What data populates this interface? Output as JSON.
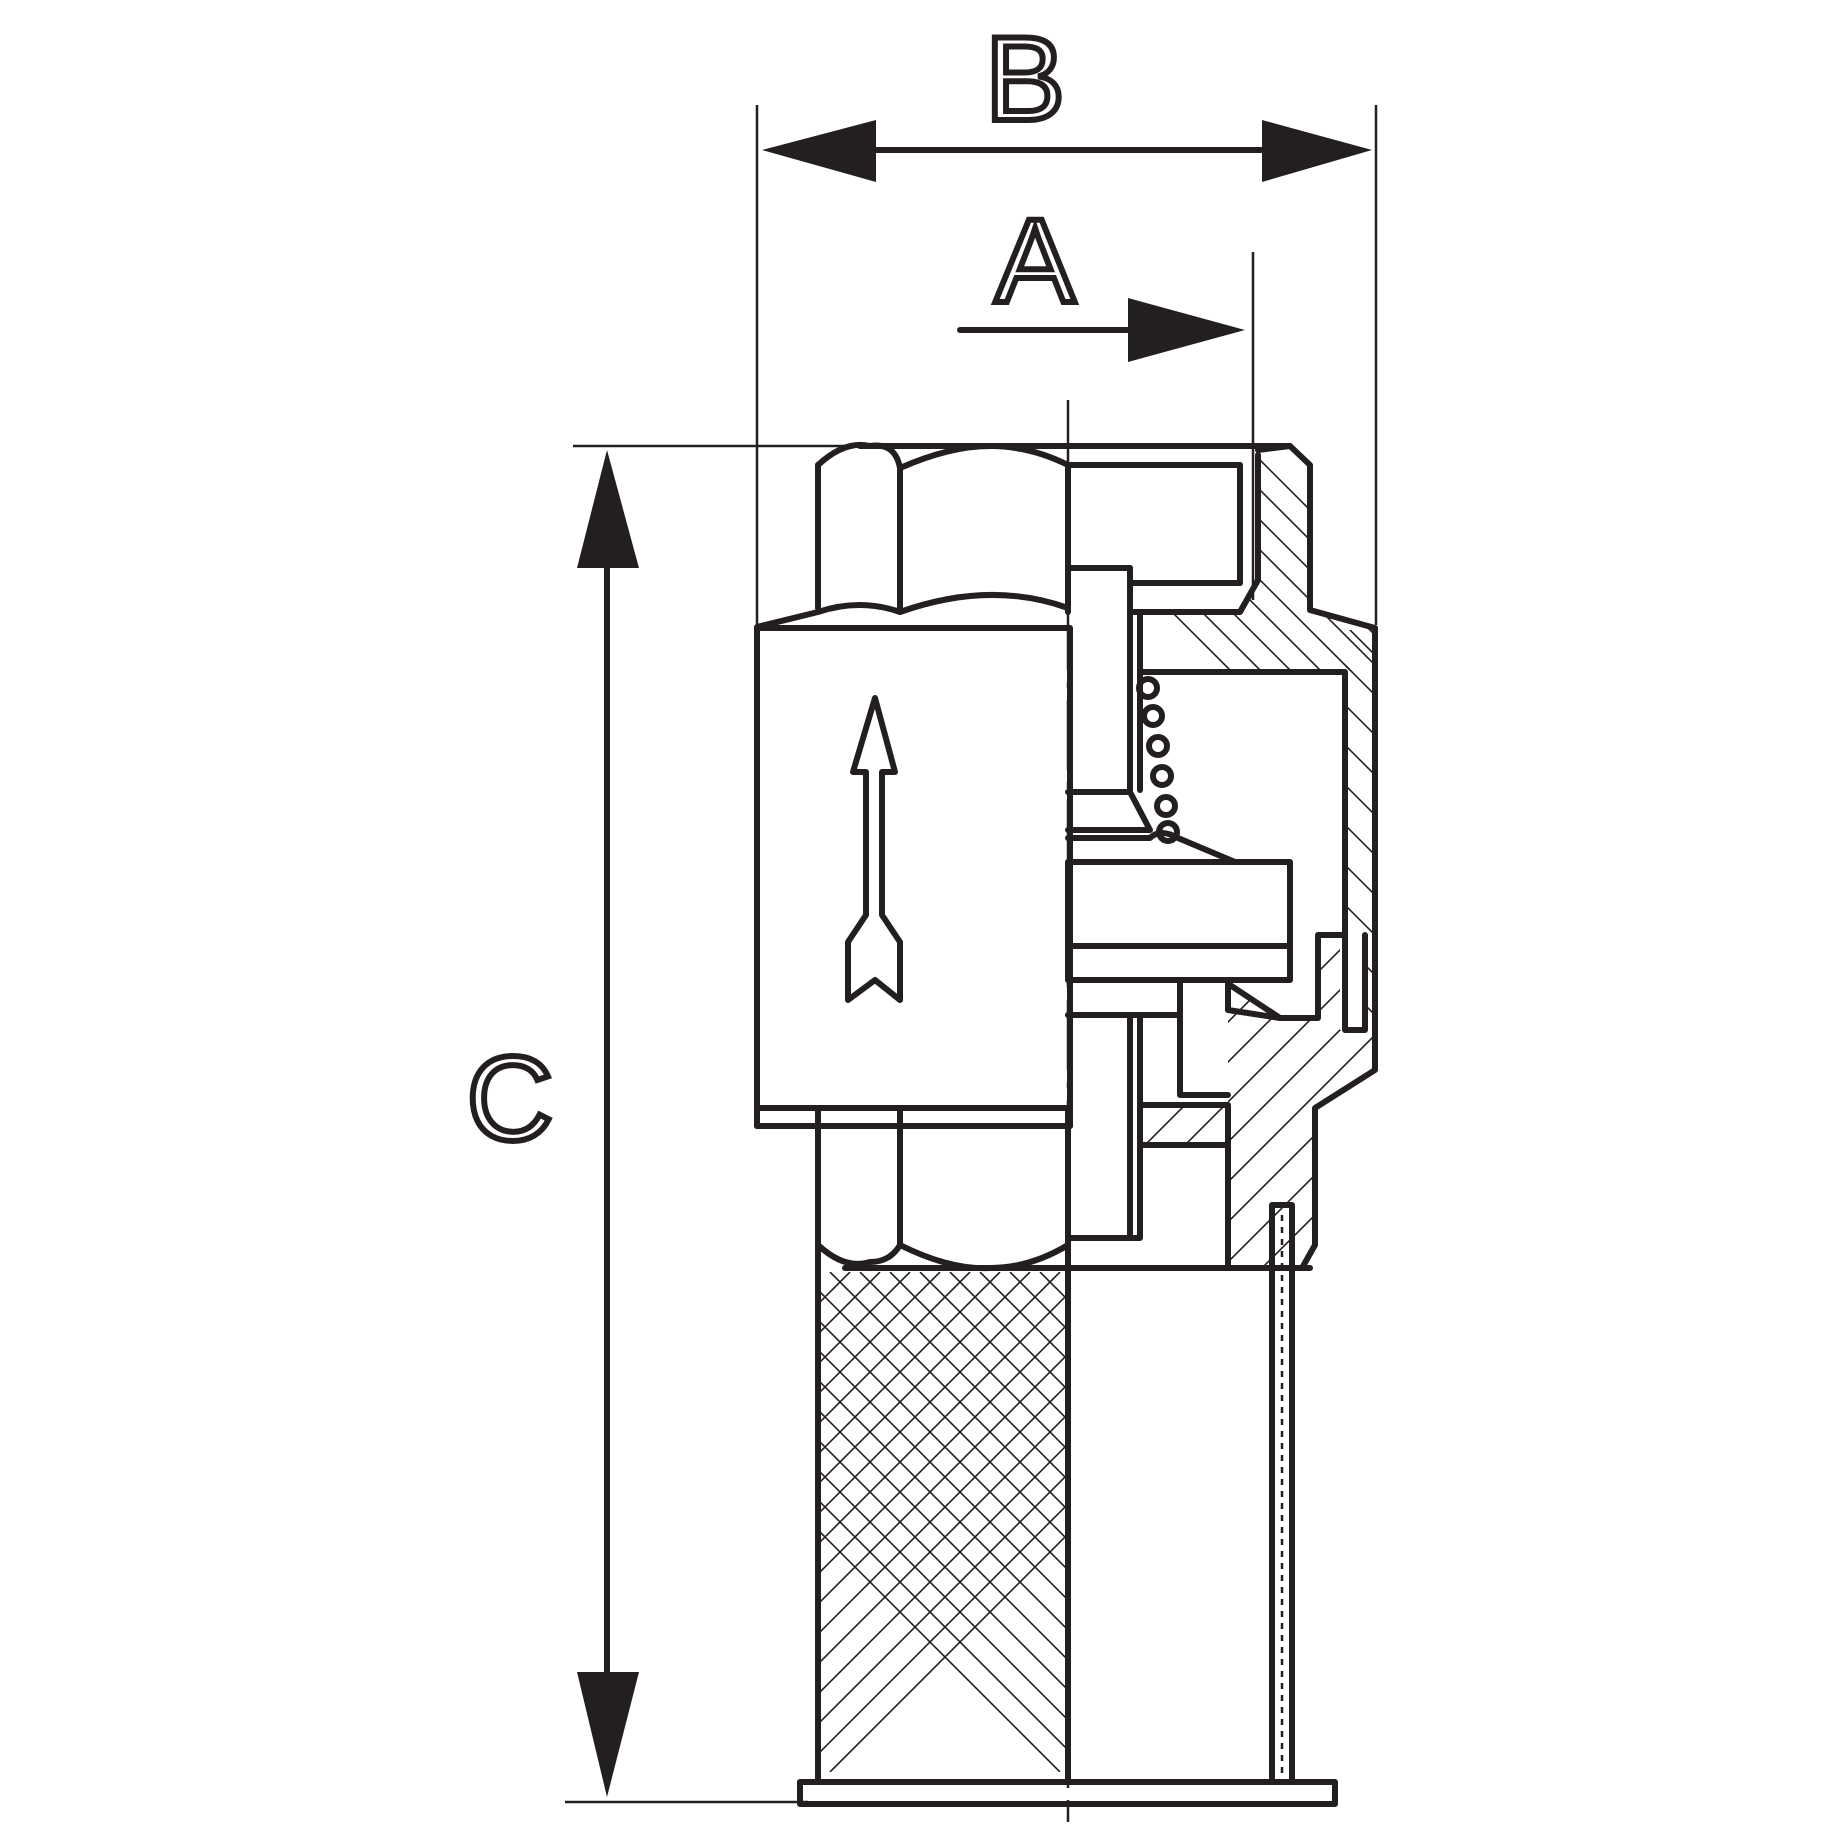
{
  "labels": {
    "dim_b": "B",
    "dim_a": "A",
    "dim_c": "C"
  },
  "colors": {
    "line": "#231f20",
    "background": "#ffffff"
  }
}
